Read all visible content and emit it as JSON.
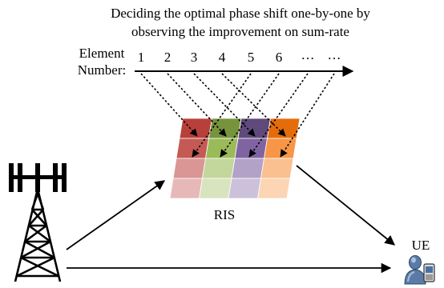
{
  "title": {
    "line1": "Deciding the optimal phase shift one-by-one by",
    "line2": "observing the improvement on sum-rate"
  },
  "axis": {
    "label_line1": "Element",
    "label_line2": "Number:",
    "elements": [
      "1",
      "2",
      "3",
      "4",
      "5",
      "6",
      "…",
      "…"
    ]
  },
  "ris_label": "RIS",
  "ue_label": "UE",
  "colors": {
    "column_1": [
      "#b8403b",
      "#c55a55",
      "#d99694",
      "#e6b9b8"
    ],
    "column_2": [
      "#77933c",
      "#9bbb59",
      "#c3d69b",
      "#d7e4bd"
    ],
    "column_3": [
      "#604a7b",
      "#8064a2",
      "#b3a2c7",
      "#ccc1da"
    ],
    "column_4": [
      "#e46c0a",
      "#f79646",
      "#fac090",
      "#fcd5b5"
    ],
    "tower": "#000000",
    "arrow": "#000000"
  },
  "icons": [
    "cell-tower-icon",
    "user-equipment-icon"
  ]
}
